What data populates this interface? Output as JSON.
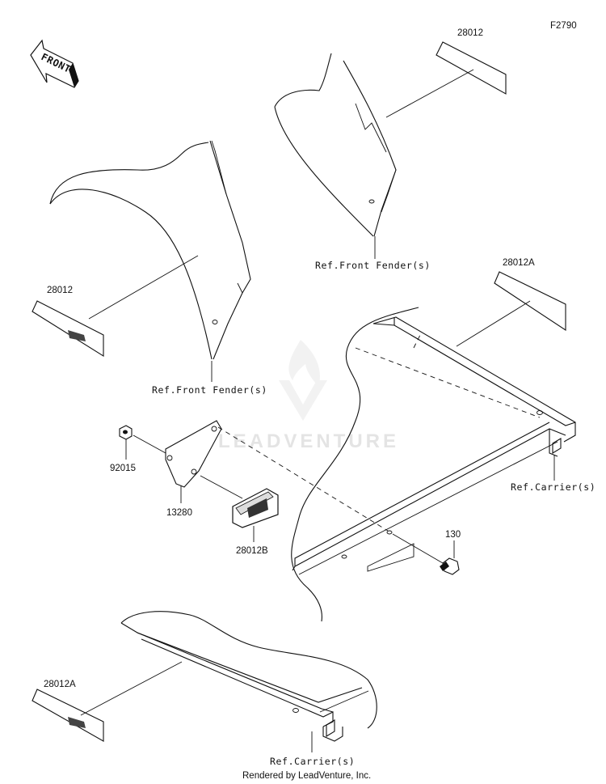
{
  "diagram_code": "F2790",
  "front_arrow_text": "FRONT",
  "watermark": "LEADVENTURE",
  "footer": "Rendered by LeadVenture, Inc.",
  "parts": {
    "decal_upper_right": "28012",
    "decal_left": "28012",
    "decal_carrier_upper": "28012A",
    "decal_carrier_lower": "28012A",
    "nut": "92015",
    "bracket": "13280",
    "reflector": "28012B",
    "bolt": "130"
  },
  "references": {
    "front_fender_upper": "Ref.Front Fender(s)",
    "front_fender_lower": "Ref.Front Fender(s)",
    "carrier_right": "Ref.Carrier(s)",
    "carrier_bottom": "Ref.Carrier(s)"
  }
}
